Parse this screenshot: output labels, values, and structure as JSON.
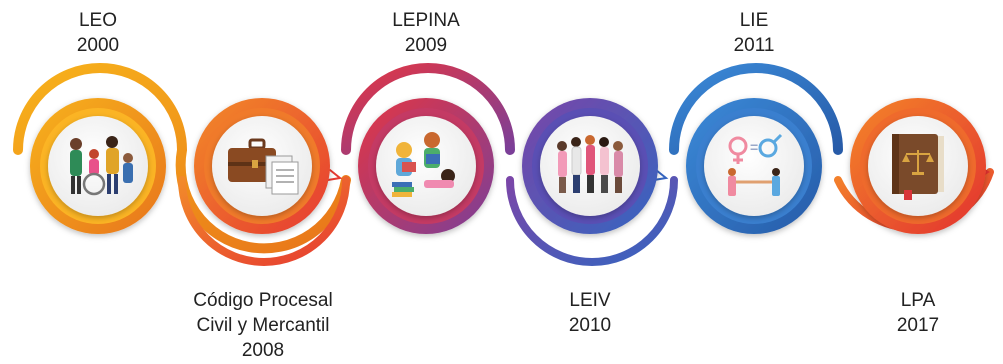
{
  "milestones": [
    {
      "name": "LEO",
      "year": "2000",
      "position": "top",
      "ring_color": "#f29a14",
      "ring_dark": "#e06d14",
      "illustration": "diverse-people-wheelchair-icon"
    },
    {
      "name": "Código Procesal Civil y Mercantil",
      "name_line1": "Código Procesal",
      "name_line2": "Civil y Mercantil",
      "year": "2008",
      "position": "bottom",
      "ring_color": "#ef6a2a",
      "ring_dark": "#e8432e",
      "illustration": "briefcase-documents-icon"
    },
    {
      "name": "LEPINA",
      "year": "2009",
      "position": "top",
      "ring_color": "#d8344a",
      "ring_dark": "#8e3c8c",
      "illustration": "children-reading-icon"
    },
    {
      "name": "LEIV",
      "year": "2010",
      "position": "bottom",
      "ring_color": "#6c4fb0",
      "ring_dark": "#3d5cb8",
      "illustration": "group-of-women-icon"
    },
    {
      "name": "LIE",
      "year": "2011",
      "position": "top",
      "ring_color": "#3378c9",
      "ring_dark": "#2a5aa8",
      "illustration": "gender-equality-handshake-icon"
    },
    {
      "name": "LPA",
      "year": "2017",
      "position": "bottom",
      "ring_color": "#f0672a",
      "ring_dark": "#e03a2e",
      "illustration": "law-book-scales-icon"
    }
  ]
}
